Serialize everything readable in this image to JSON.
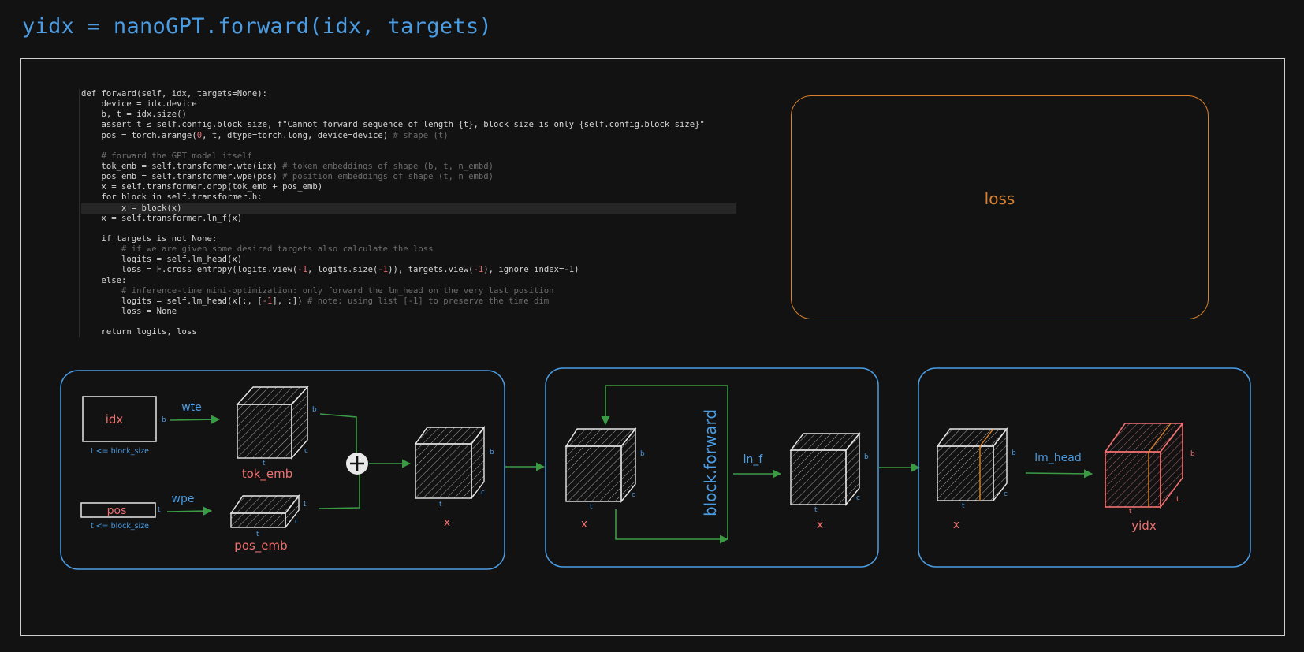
{
  "header": {
    "title": "yidx = nanoGPT.forward(idx, targets)"
  },
  "code": {
    "lines": [
      "def forward(self, idx, targets=None):",
      "    device = idx.device",
      "    b, t = idx.size()",
      "    assert t ≤ self.config.block_size, f\"Cannot forward sequence of length {t}, block size is only {self.config.block_size}\"",
      "    pos = torch.arange(0, t, dtype=torch.long, device=device) # shape (t)",
      "",
      "    # forward the GPT model itself",
      "    tok_emb = self.transformer.wte(idx) # token embeddings of shape (b, t, n_embd)",
      "    pos_emb = self.transformer.wpe(pos) # position embeddings of shape (t, n_embd)",
      "    x = self.transformer.drop(tok_emb + pos_emb)",
      "    for block in self.transformer.h:",
      "        x = block(x)",
      "    x = self.transformer.ln_f(x)",
      "",
      "    if targets is not None:",
      "        # if we are given some desired targets also calculate the loss",
      "        logits = self.lm_head(x)",
      "        loss = F.cross_entropy(logits.view(-1, logits.size(-1)), targets.view(-1), ignore_index=-1)",
      "    else:",
      "        # inference-time mini-optimization: only forward the lm_head on the very last position",
      "        logits = self.lm_head(x[:, [-1], :]) # note: using list [-1] to preserve the time dim",
      "        loss = None",
      "",
      "    return logits, loss"
    ],
    "highlighted_line": 11
  },
  "loss_panel": {
    "label": "loss"
  },
  "embedding_panel": {
    "idx_label": "idx",
    "idx_dim_t": "t <= block_size",
    "idx_dim_b": "b",
    "wte_label": "wte",
    "tok_emb_label": "tok_emb",
    "pos_label": "pos",
    "pos_dim_t": "t <= block_size",
    "pos_dim_1": "1",
    "wpe_label": "wpe",
    "pos_emb_label": "pos_emb",
    "x_label": "x",
    "dim_b": "b",
    "dim_t": "t",
    "dim_c": "c",
    "dim_1": "1"
  },
  "block_panel": {
    "block_forward_label": "block.forward",
    "ln_f_label": "ln_f",
    "x_in_label": "x",
    "x_out_label": "x",
    "dim_b": "b",
    "dim_t": "t",
    "dim_c": "c"
  },
  "head_panel": {
    "lm_head_label": "lm_head",
    "x_label": "x",
    "yidx_label": "yidx",
    "dim_b": "b",
    "dim_t": "t",
    "dim_c": "c",
    "dim_L": "L"
  },
  "colors": {
    "background": "#121212",
    "accent_blue": "#4a9ce3",
    "accent_orange": "#d9822b",
    "arrow_green": "#3b9b45",
    "label_red": "#f07070",
    "cube_white": "#e8e8e8"
  }
}
